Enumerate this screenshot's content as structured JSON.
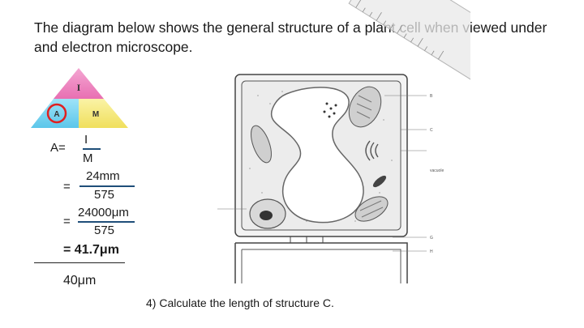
{
  "heading": "The diagram below shows the general structure of a plant cell when viewed under and electron microscope.",
  "triangle": {
    "top": "I",
    "left": "A",
    "right": "M"
  },
  "formula": {
    "lhs": "A=",
    "step1": {
      "num": "I",
      "den": "M"
    },
    "eq2": "=",
    "step2": {
      "num": "24mm",
      "den": "575"
    },
    "eq3": "=",
    "step3": {
      "num": "24000μm",
      "den": "575"
    }
  },
  "result": "= 41.7μm",
  "answer": "40μm",
  "question": "4) Calculate the length of structure C.",
  "diagram_labels": {
    "b": "B",
    "c": "C",
    "vacuole": "vacuole",
    "g": "G",
    "h": "H"
  },
  "colors": {
    "triangle_top": "#f08cc0",
    "triangle_left": "#6fd0f0",
    "triangle_right": "#f5e87a",
    "circle": "#e02020",
    "frac": "#1f4e79"
  }
}
